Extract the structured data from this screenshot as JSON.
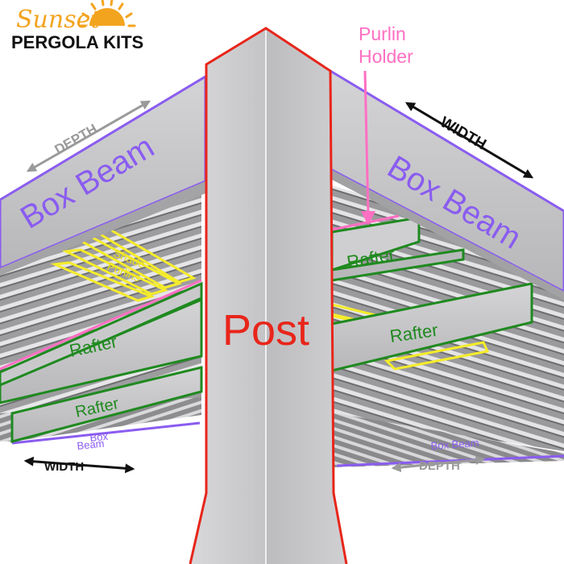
{
  "logo": {
    "script_text": "Sunset",
    "bold_text": "PERGOLA KITS",
    "sun_icon": "sun-icon"
  },
  "labels": {
    "purlin_holder_line1": "Purlin",
    "purlin_holder_line2": "Holder",
    "depth_top": "DEPTH",
    "width_top": "WIDTH",
    "box_beam_left": "Box Beam",
    "box_beam_right": "Box Beam",
    "shade_purlins_line1": "Shade",
    "shade_purlins_line2": "Purlins",
    "rafter_right_top": "Rafter",
    "rafter_left_mid": "Rafter",
    "rafter_right_mid": "Rafter",
    "rafter_left_low": "Rafter",
    "post": "Post",
    "box_beam_small_left_line1": "Box",
    "box_beam_small_left_line2": "Beam",
    "box_beam_small_right": "Box Beam",
    "width_bottom": "WIDTH",
    "depth_bottom": "DEPTH"
  },
  "colors": {
    "box_beam_outline": "#8a5cf0",
    "box_beam_text": "#8a5cf0",
    "rafter_outline": "#1f8a1f",
    "rafter_text": "#1f8a1f",
    "purlin_outline": "#f5ec2a",
    "purlin_text": "#e8de1e",
    "post_outline": "#e8251a",
    "post_text": "#e8251a",
    "purlin_holder": "#ff6fc2",
    "depth_arrow": "#9a9a9a",
    "width_arrow": "#111111",
    "logo_orange": "#f3a41f"
  }
}
